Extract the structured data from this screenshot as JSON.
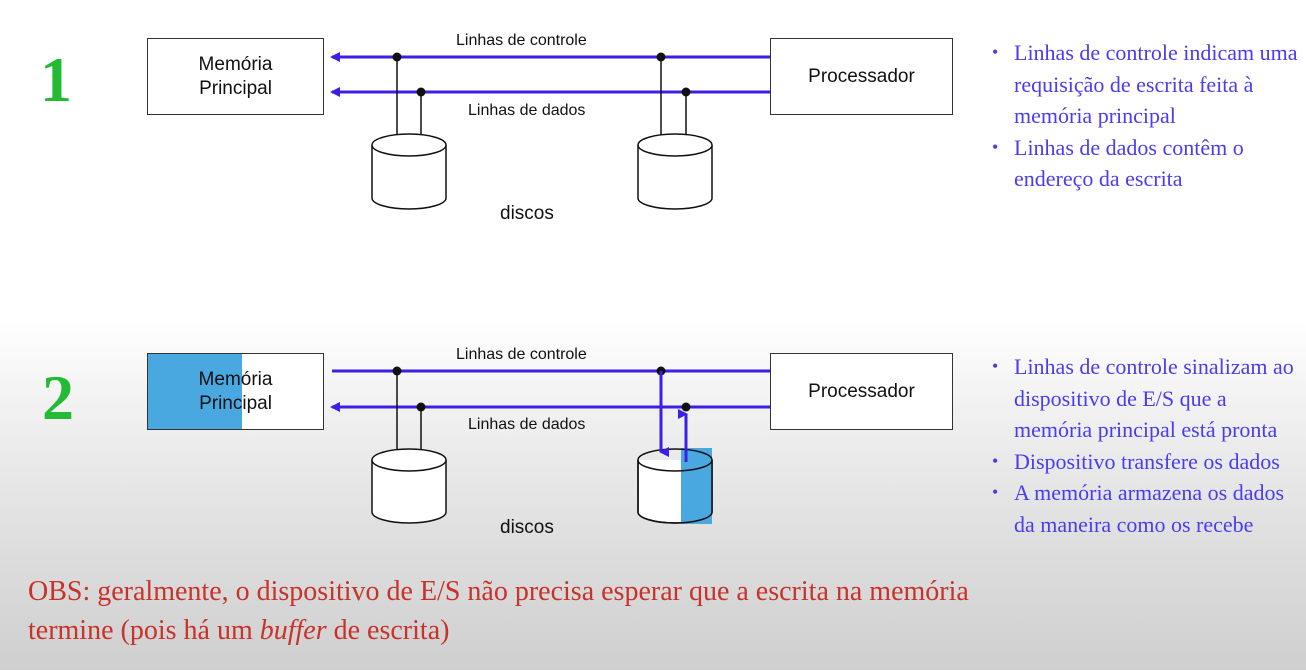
{
  "step1": {
    "number": "1",
    "memory_label": "Memória Principal",
    "processor_label": "Processador",
    "control_lines_label": "Linhas de controle",
    "data_lines_label": "Linhas de dados",
    "disks_label": "discos",
    "bullets": [
      "Linhas de controle indicam uma requisição de escrita feita à memória principal",
      "Linhas de dados contêm o endereço da escrita"
    ]
  },
  "step2": {
    "number": "2",
    "memory_label": "Memória Principal",
    "processor_label": "Processador",
    "control_lines_label": "Linhas de controle",
    "data_lines_label": "Linhas de dados",
    "disks_label": "discos",
    "bullets": [
      "Linhas de controle sinalizam ao dispositivo de E/S que a memória principal está pronta",
      "Dispositivo transfere os dados",
      "A memória armazena os dados da maneira como os recebe"
    ]
  },
  "obs": {
    "before_italic": "OBS: geralmente, o dispositivo de E/S não precisa esperar que a escrita na memória termine (pois há um ",
    "italic": "buffer",
    "after_italic": " de escrita)"
  },
  "colors": {
    "step_number": "#22bb33",
    "bus_line": "#3b1fe6",
    "bullet_text": "#4a3cf0",
    "obs_text": "#c8322a",
    "highlight": "#4aa8e0"
  }
}
